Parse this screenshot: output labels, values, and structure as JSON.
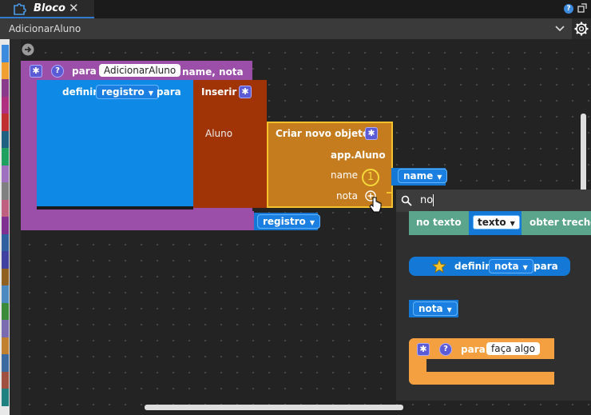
{
  "tab": {
    "label": "Bloco",
    "close": "✕",
    "icon": "puzzle-icon"
  },
  "window": {
    "help": "?",
    "expand_icon": "expand-icon"
  },
  "function_select": {
    "value": "AdicionarAluno",
    "icon": "chevron-down-icon"
  },
  "palette_colors": [
    "#3d8bde",
    "#f0a030",
    "#8a3a8a",
    "#b03080",
    "#c03030",
    "#206080",
    "#20a060",
    "#a070c0",
    "#808080",
    "#c06080",
    "#803090",
    "#3060a0",
    "#4040a0",
    "#906020",
    "#4a8ac0",
    "#3a8a3a",
    "#7a6ab0",
    "#c08030",
    "#3a6aa0",
    "#a05040",
    "#208080"
  ],
  "procedure_block": {
    "keyword": "para",
    "name": "AdicionarAluno",
    "params": "name, nota",
    "define_keyword": "definir",
    "variable": "registro",
    "to_keyword": "para",
    "return_variable": "registro"
  },
  "insert_block": {
    "label": "Inserir",
    "arg_label": "Aluno"
  },
  "create_object_block": {
    "label": "Criar novo objeto",
    "class": "app.Aluno",
    "field1": "name",
    "field2": "nota",
    "marker": "1"
  },
  "name_chip": "name",
  "search": {
    "value": "no"
  },
  "results": {
    "text_block": {
      "keyword": "no texto",
      "variable": "texto",
      "action": "obter trecho"
    },
    "set_block": {
      "keyword": "definir",
      "variable": "nota",
      "to_keyword": "para"
    },
    "get_block": {
      "variable": "nota"
    },
    "proc_block": {
      "keyword": "para",
      "name": "faça algo"
    }
  }
}
